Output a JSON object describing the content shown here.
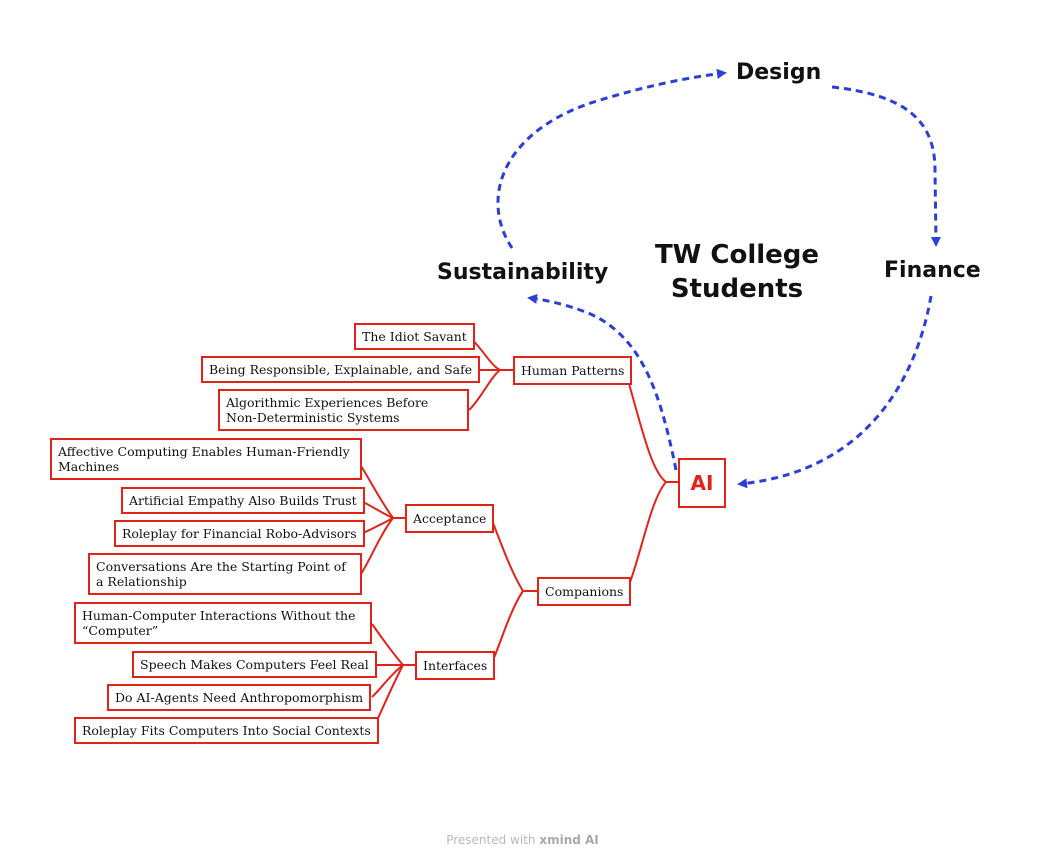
{
  "title": "TW College Students",
  "cycle": [
    "Design",
    "Finance",
    "Sustainability"
  ],
  "root": "AI",
  "branches": {
    "human_patterns": "Human Patterns",
    "companions": "Companions",
    "acceptance": "Acceptance",
    "interfaces": "Interfaces"
  },
  "human_patterns_items": [
    "The Idiot Savant",
    "Being Responsible, Explainable, and Safe",
    "Algorithmic Experiences Before Non-Deterministic Systems"
  ],
  "acceptance_items": [
    "Affective Computing Enables Human-Friendly Machines",
    "Artificial Empathy Also Builds Trust",
    "Roleplay for Financial Robo-Advisors",
    "Conversations Are the Starting Point of a Relationship"
  ],
  "interfaces_items": [
    "Human-Computer Interactions Without the “Computer”",
    "Speech Makes Computers Feel Real",
    "Do AI-Agents Need Anthropomorphism",
    "Roleplay Fits Computers Into Social Contexts"
  ],
  "footer": {
    "prefix": "Presented with",
    "brand": "xmind AI"
  },
  "colors": {
    "node_border": "#e2231a",
    "connector": "#e2231a",
    "cycle_arrow": "#2b3ed6"
  }
}
